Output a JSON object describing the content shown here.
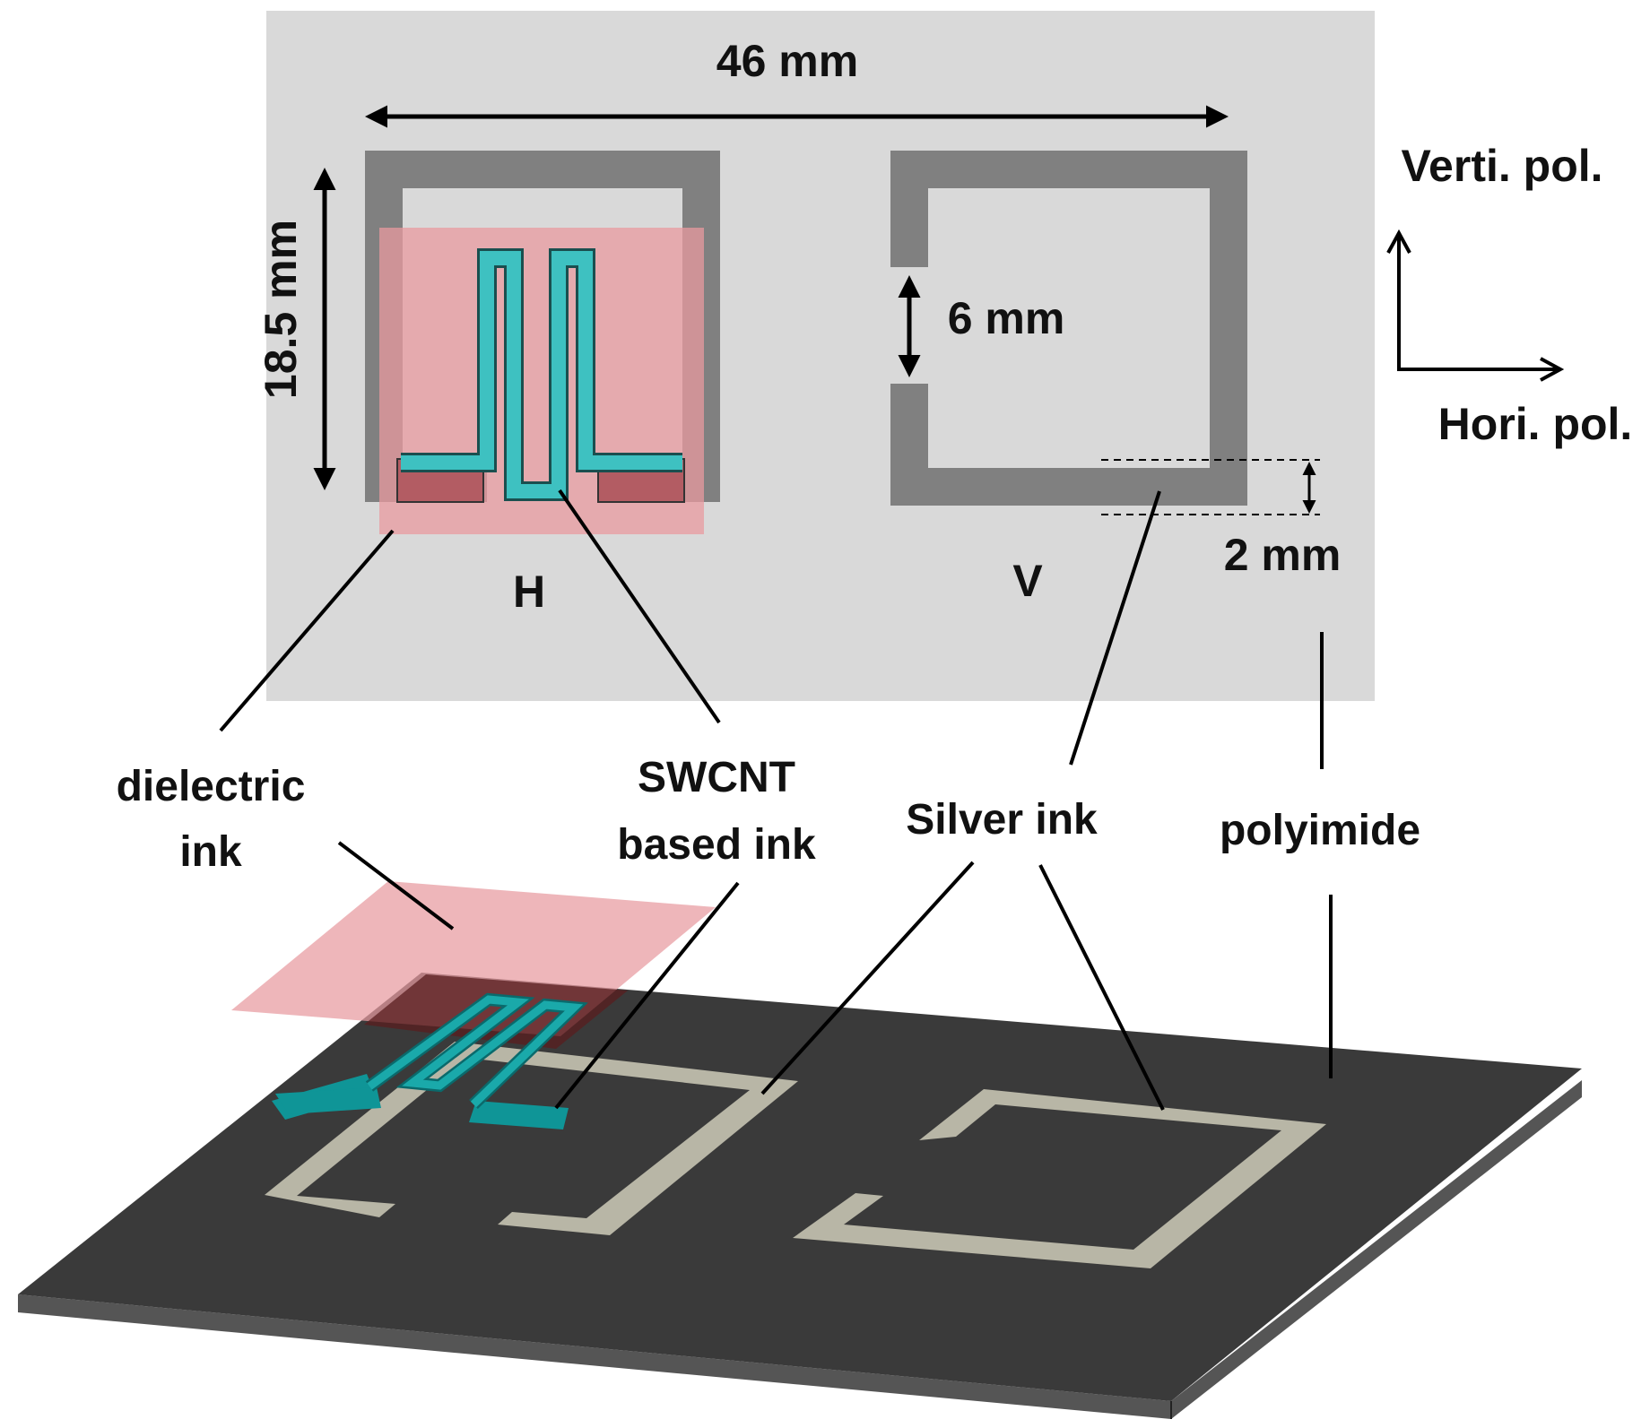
{
  "labels": {
    "width_dim": "46 mm",
    "height_dim": "18.5 mm",
    "gap_dim": "6 mm",
    "trace_dim": "2 mm",
    "resonator_h": "H",
    "resonator_v": "V",
    "vertical_pol": "Verti. pol.",
    "horizontal_pol": "Hori. pol.",
    "dielectric_ink_line1": "dielectric",
    "dielectric_ink_line2": "ink",
    "swcnt_ink_line1": "SWCNT",
    "swcnt_ink_line2": "based ink",
    "silver_ink": "Silver ink",
    "polyimide": "polyimide"
  },
  "colors": {
    "substrate_top_view": "#d9d9d9",
    "silver_trace_top": "#808080",
    "dielectric_ink": "#e89a9f",
    "swcnt_ink": "#3ec1c1",
    "substrate_3d": "#3a3a3a",
    "silver_trace_3d": "#b8b6a6",
    "swcnt_3d": "#0f9597"
  }
}
